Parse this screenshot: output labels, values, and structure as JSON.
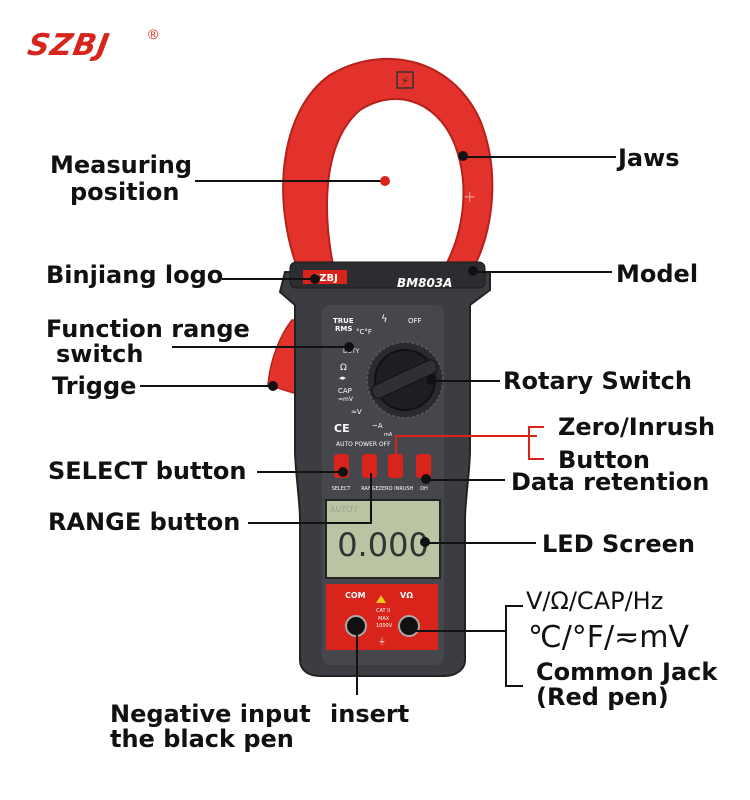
{
  "brand": {
    "logo_text": "SZBJ",
    "registered_mark": "®"
  },
  "meter": {
    "model_text": "BM803A",
    "badge_logo": "SZBJ",
    "true_rms_line1": "TRUE",
    "true_rms_line2": "RMS",
    "dial_temp": "°C°F",
    "dial_off": "OFF",
    "dial_duty": "DUTY",
    "dial_ohm": "Ω",
    "dial_cap": "CAP",
    "dial_mv": "≈mV",
    "dial_v": "≈V",
    "dial_a": "~A",
    "dial_ma": "mA",
    "ce_mark": "CE",
    "auto_power_off": "AUTO POWER OFF",
    "buttons": [
      "SELECT",
      "RANGE",
      "ZERO INRUSH",
      "DH"
    ],
    "lcd_auto": "AUTO",
    "lcd_unit": "°F",
    "lcd_value": "0.000",
    "jack_com": "COM",
    "jack_v": "VΩ",
    "jack_cat": "CAT II",
    "jack_max": "MAX",
    "jack_volt": "1000V"
  },
  "callouts": {
    "measuring_position": [
      "Measuring",
      "position"
    ],
    "jaws": "Jaws",
    "binjiang_logo": "Binjiang logo",
    "model": "Model",
    "function_range_switch": [
      "Function range",
      "switch"
    ],
    "trigge": "Trigge",
    "rotary_switch": "Rotary Switch",
    "zero_inrush": [
      "Zero/Inrush",
      "Button"
    ],
    "select_button": "SELECT button",
    "data_retention": "Data retention",
    "range_button": "RANGE button",
    "led_screen": "LED Screen",
    "v_ohm_cap_hz": "V/Ω/CAP/Hz",
    "c_f_mv": "℃/°F/≂mV",
    "common_jack": [
      "Common Jack",
      "(Red pen)"
    ],
    "negative_input": [
      "Negative input",
      "the black pen"
    ],
    "insert": "insert"
  },
  "colors": {
    "brand_red": "#d9241b",
    "meter_body": "#3b3d42",
    "jaw_red": "#e3322b",
    "lcd_green": "#b9c4a2"
  }
}
